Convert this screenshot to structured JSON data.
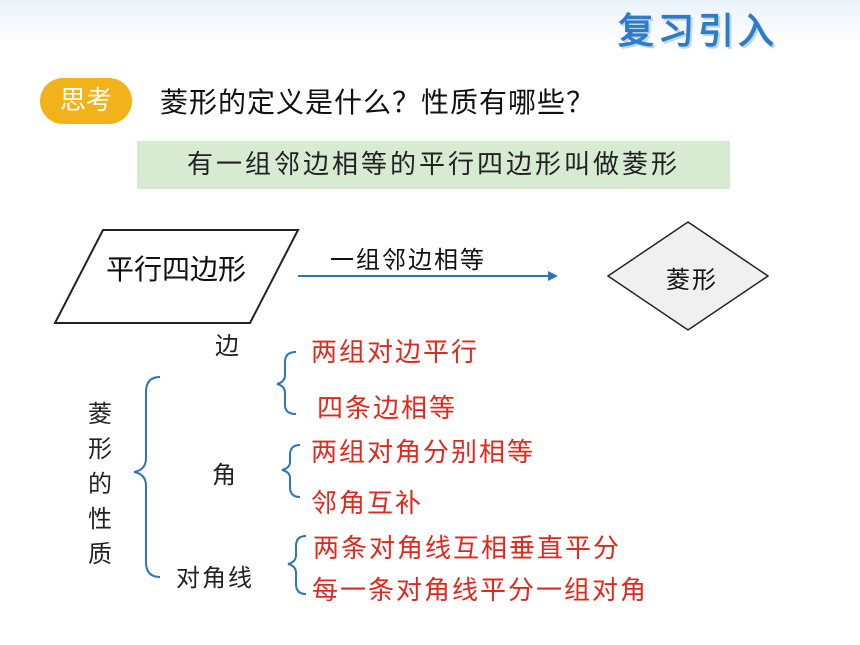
{
  "header": {
    "title": "复习引入"
  },
  "question": {
    "badge": "思考",
    "text": "菱形的定义是什么？性质有哪些？"
  },
  "definition": "有一组邻边相等的平行四边形叫做菱形",
  "diagram": {
    "parallelogram_label": "平行四边形",
    "arrow_label": "一组邻边相等",
    "rhombus_label": "菱形"
  },
  "properties": {
    "title_chars": [
      "菱",
      "形",
      "的",
      "性",
      "质"
    ],
    "categories": [
      {
        "label": "边",
        "items": [
          "两组对边平行",
          "四条边相等"
        ]
      },
      {
        "label": "角",
        "items": [
          "两组对角分别相等",
          "邻角互补"
        ]
      },
      {
        "label": "对角线",
        "items": [
          "两条对角线互相垂直平分",
          "每一条对角线平分一组对角"
        ]
      }
    ]
  },
  "colors": {
    "accent_blue": "#2e7bc6",
    "badge": "#f2b21a",
    "definition_bg": "#d7ebd3",
    "property_text": "#e0281e",
    "bracket": "#2e75b6"
  }
}
